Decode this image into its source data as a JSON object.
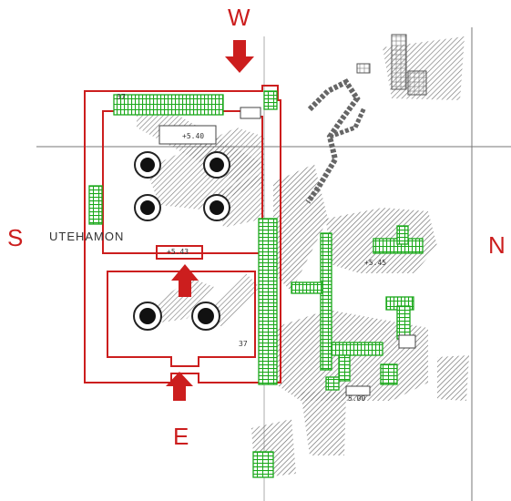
{
  "compass": {
    "west": "W",
    "south": "S",
    "north": "N",
    "east": "E"
  },
  "labels": {
    "site_name": "UTEHAMON",
    "elev_center": "+5.43",
    "elev_top": "+5.40",
    "elev_right": "+5.45",
    "num_top_left": "37",
    "num_bottom_left": "37",
    "num_bottom_right": "5.00"
  },
  "colors": {
    "accent_red": "#cc1e1e",
    "wall_green": "#1aa81a",
    "ink": "#333333"
  }
}
